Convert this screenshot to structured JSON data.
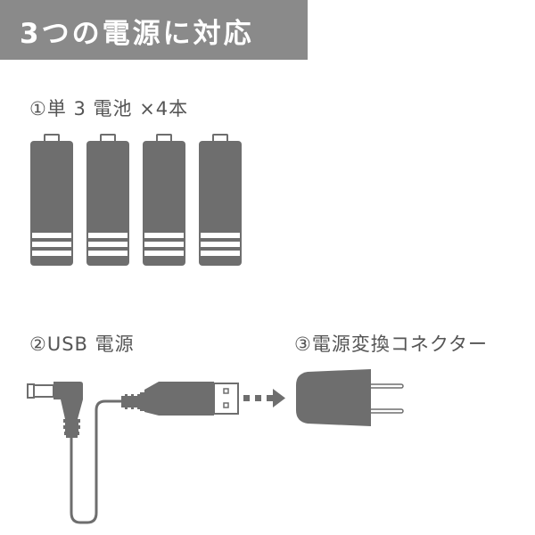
{
  "header": {
    "title": "3つの電源に対応"
  },
  "options": [
    {
      "label": "①単 3 電池 ×4本",
      "icon": "battery-icon",
      "count": 4
    },
    {
      "label": "②USB 電源",
      "icon": "usb-cable-icon"
    },
    {
      "label": "③電源変換コネクター",
      "icon": "ac-plug-adapter-icon"
    }
  ],
  "colors": {
    "title_bg": "#8a8a8a",
    "title_text": "#ffffff",
    "icon_fill": "#6e6e6e",
    "text": "#555555"
  }
}
